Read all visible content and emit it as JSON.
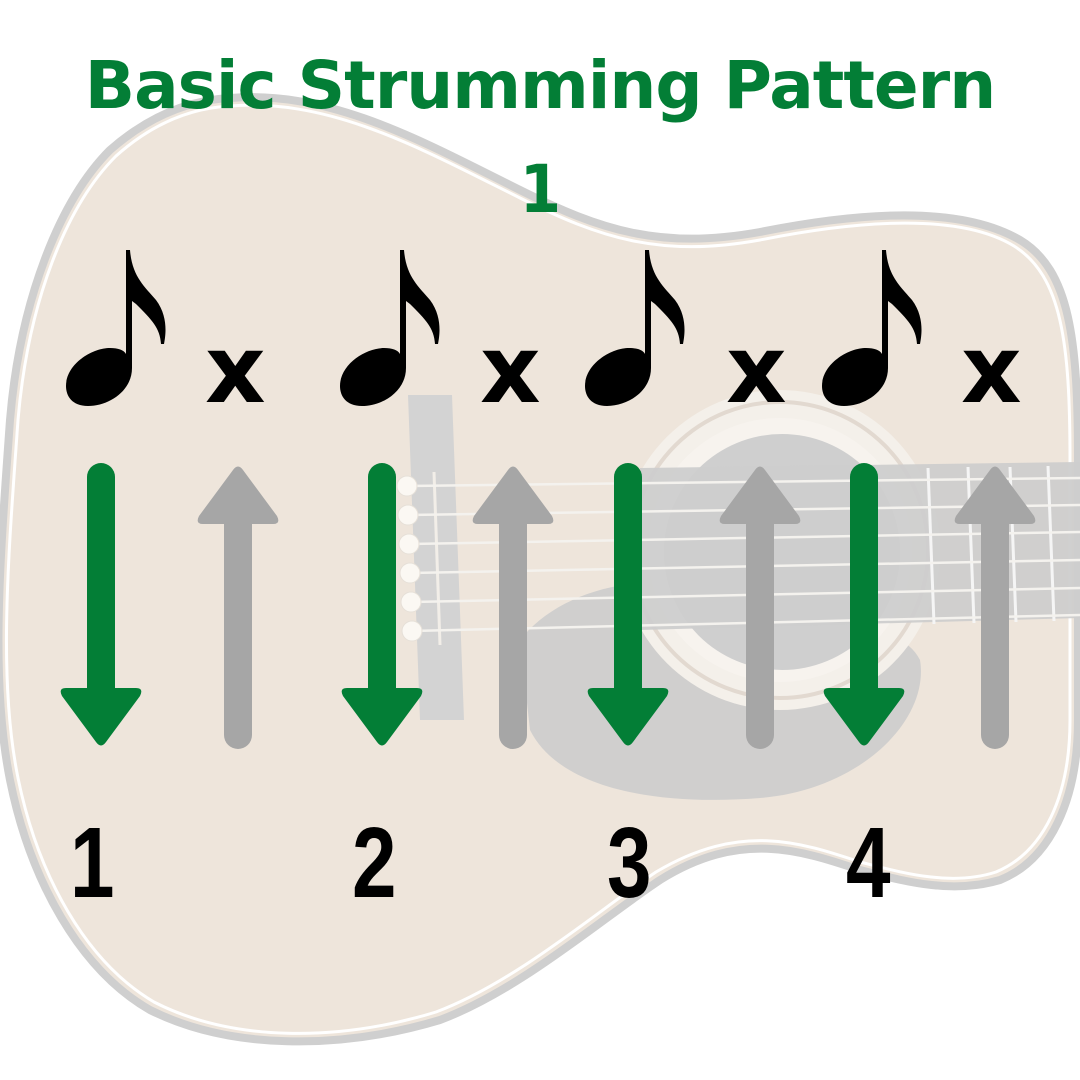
{
  "title": {
    "line1": "Basic Strumming Pattern",
    "line2": "1",
    "color": "#037E36"
  },
  "pattern": {
    "beats": [
      {
        "count": "1",
        "note": "eighth-note",
        "strum": "down",
        "upbeat_mark": "x",
        "upbeat_strum": "up"
      },
      {
        "count": "2",
        "note": "eighth-note",
        "strum": "down",
        "upbeat_mark": "x",
        "upbeat_strum": "up"
      },
      {
        "count": "3",
        "note": "eighth-note",
        "strum": "down",
        "upbeat_mark": "x",
        "upbeat_strum": "up"
      },
      {
        "count": "4",
        "note": "eighth-note",
        "strum": "down",
        "upbeat_mark": "x",
        "upbeat_strum": "up"
      }
    ],
    "counts": [
      "1",
      "2",
      "3",
      "4"
    ],
    "upbeat_marks": [
      "x",
      "x",
      "x",
      "x"
    ]
  },
  "colors": {
    "down_arrow": "#037E36",
    "up_arrow": "#A6A6A6",
    "notes": "#000000",
    "guitar_body": "#EEE5DB",
    "guitar_outline": "#CCCCCC"
  },
  "icons": {
    "note": "eighth-note-icon",
    "down": "down-arrow-icon",
    "up": "up-arrow-icon",
    "background": "acoustic-guitar-illustration"
  }
}
